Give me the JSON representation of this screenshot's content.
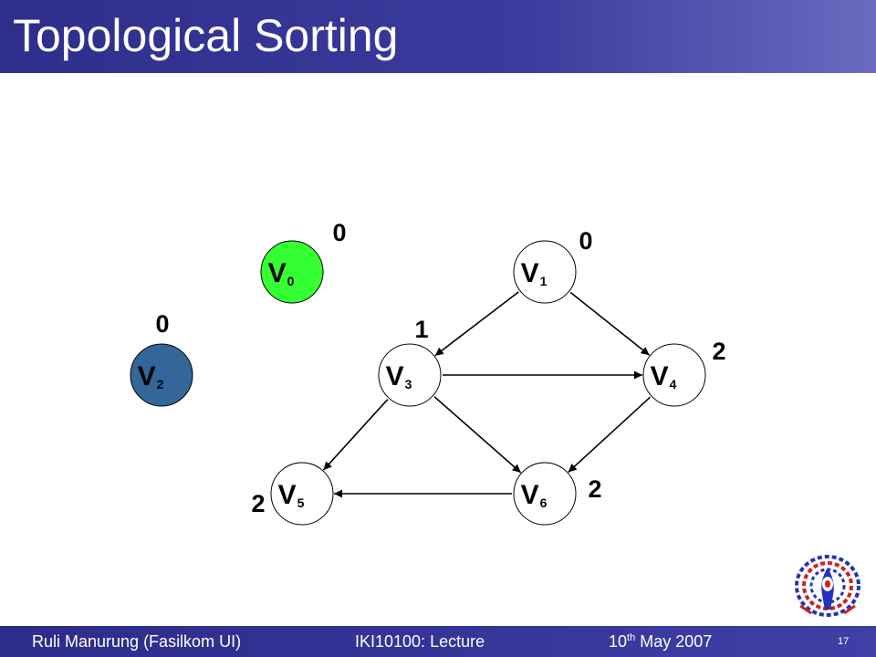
{
  "title": "Topological Sorting",
  "footer": {
    "author": "Ruli Manurung (Fasilkom UI)",
    "course": "IKI10100: Lecture",
    "date_prefix": "10",
    "date_sup": "th",
    "date_suffix": " May 2007",
    "page": "17"
  },
  "colors": {
    "title_bar": "#33339a",
    "node_green": "#33ff33",
    "node_blue": "#336699",
    "node_white": "#ffffff"
  },
  "nodes": [
    {
      "id": "v0",
      "letter": "V",
      "sub": "0",
      "color": "green",
      "indegree": "0"
    },
    {
      "id": "v1",
      "letter": "V",
      "sub": "1",
      "color": "white",
      "indegree": "0"
    },
    {
      "id": "v2",
      "letter": "V",
      "sub": "2",
      "color": "blue",
      "indegree": "0"
    },
    {
      "id": "v3",
      "letter": "V",
      "sub": "3",
      "color": "white",
      "indegree": "1"
    },
    {
      "id": "v4",
      "letter": "V",
      "sub": "4",
      "color": "white",
      "indegree": "2"
    },
    {
      "id": "v5",
      "letter": "V",
      "sub": "5",
      "color": "white",
      "indegree": "2"
    },
    {
      "id": "v6",
      "letter": "V",
      "sub": "6",
      "color": "white",
      "indegree": "2"
    }
  ],
  "edges": [
    {
      "from": "v1",
      "to": "v3"
    },
    {
      "from": "v1",
      "to": "v4"
    },
    {
      "from": "v3",
      "to": "v4"
    },
    {
      "from": "v3",
      "to": "v5"
    },
    {
      "from": "v3",
      "to": "v6"
    },
    {
      "from": "v4",
      "to": "v6"
    },
    {
      "from": "v6",
      "to": "v5"
    }
  ],
  "logo": "university-crest-icon"
}
